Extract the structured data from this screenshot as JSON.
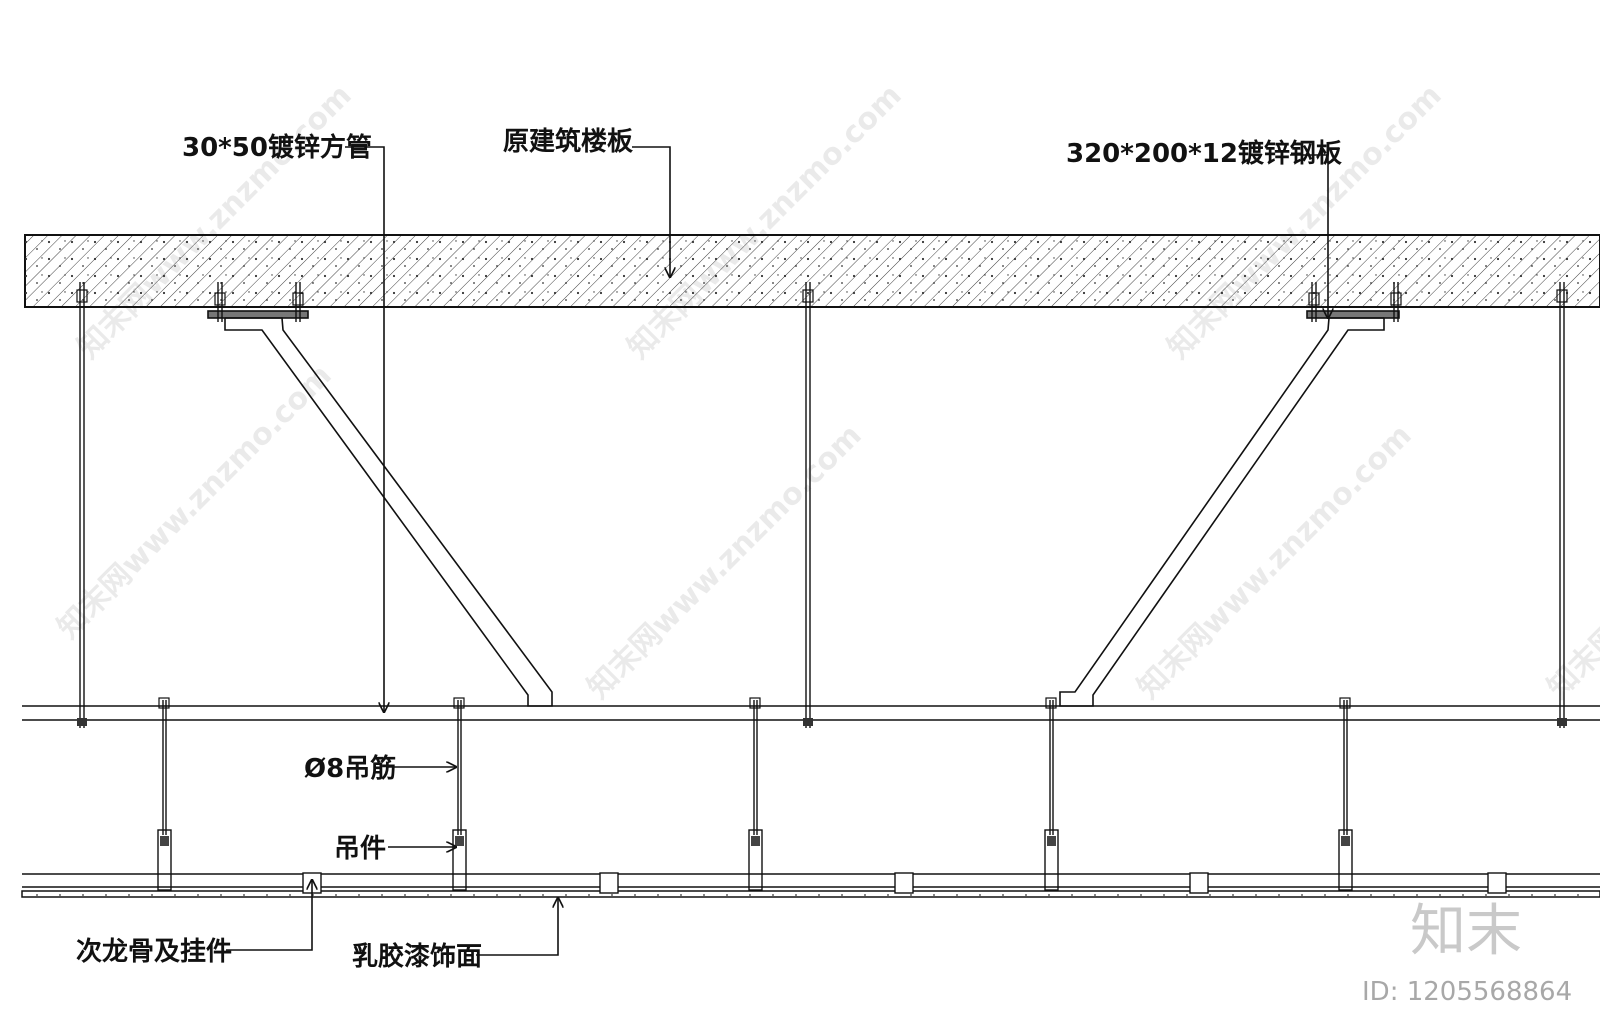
{
  "labels": {
    "square_tube": "30*50镀锌方管",
    "floor_slab": "原建筑楼板",
    "steel_plate": "320*200*12镀锌钢板",
    "hanger_rod": "Ø8吊筋",
    "hanger": "吊件",
    "secondary_keel": "次龙骨及挂件",
    "latex_finish": "乳胶漆饰面"
  },
  "watermark": {
    "site": "www.znzmo.com",
    "brand": "知末",
    "brand_net": "知末网",
    "id": "ID: 1205568864"
  },
  "colors": {
    "line": "#111111",
    "hatch": "#444444",
    "watermark": "#d9d9d9"
  }
}
